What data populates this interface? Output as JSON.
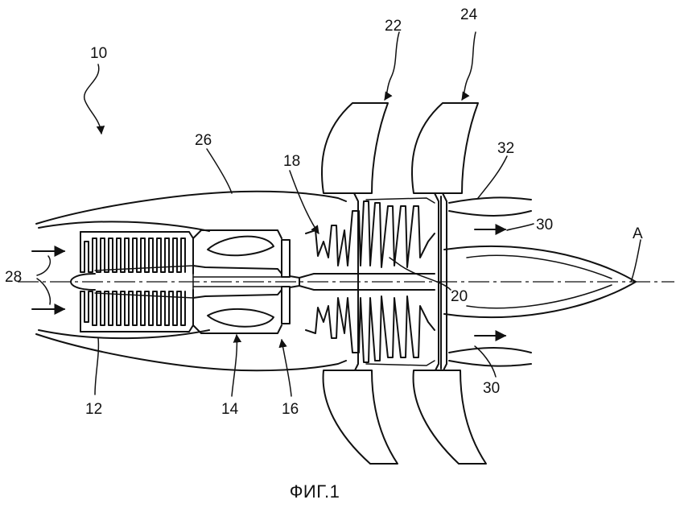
{
  "figure": {
    "caption": "ФИГ.1",
    "labels": {
      "l10": "10",
      "l12": "12",
      "l14": "14",
      "l16": "16",
      "l18": "18",
      "l20": "20",
      "l22": "22",
      "l24": "24",
      "l26": "26",
      "l28": "28",
      "l30a": "30",
      "l30b": "30",
      "l32": "32",
      "lA": "A"
    }
  }
}
